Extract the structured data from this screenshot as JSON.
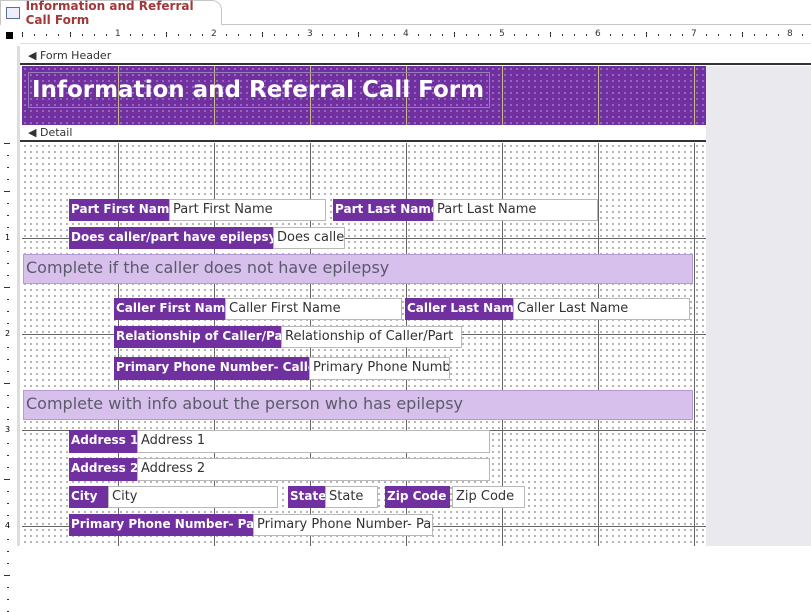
{
  "tab": {
    "title": "Information and Referral Call Form",
    "icon": "form-icon"
  },
  "ruler": {
    "marks": [
      "1",
      "2",
      "3",
      "4",
      "5",
      "6",
      "7",
      "8"
    ],
    "vmarks": [
      "1",
      "2",
      "3",
      "4"
    ]
  },
  "sections": {
    "header": "Form Header",
    "detail": "Detail"
  },
  "form_title": "Information and Referral Call Form",
  "bands": [
    "Complete if the caller does not have epilepsy",
    "Complete with info about the person who has epilepsy"
  ],
  "fields": {
    "part_first": {
      "label": "Part First Name",
      "value": "Part First Name"
    },
    "part_last": {
      "label": "Part Last Name",
      "value": "Part Last Name"
    },
    "epilepsy": {
      "label": "Does caller/part have epilepsy?",
      "value": "Does caller/part have epilepsy?"
    },
    "caller_first": {
      "label": "Caller First Name",
      "value": "Caller First Name"
    },
    "caller_last": {
      "label": "Caller Last Name",
      "value": "Caller Last Name"
    },
    "relationship": {
      "label": "Relationship of Caller/Part",
      "value": "Relationship of Caller/Part"
    },
    "phone_caller": {
      "label": "Primary Phone Number- Caller",
      "value": "Primary Phone Number- Caller"
    },
    "address1": {
      "label": "Address 1",
      "value": "Address 1"
    },
    "address2": {
      "label": "Address 2",
      "value": "Address 2"
    },
    "city": {
      "label": "City",
      "value": "City"
    },
    "state": {
      "label": "State",
      "value": "State"
    },
    "zip": {
      "label": "Zip Code",
      "value": "Zip Code"
    },
    "phone_part": {
      "label": "Primary Phone Number- Part",
      "value": "Primary Phone Number- Part"
    }
  }
}
